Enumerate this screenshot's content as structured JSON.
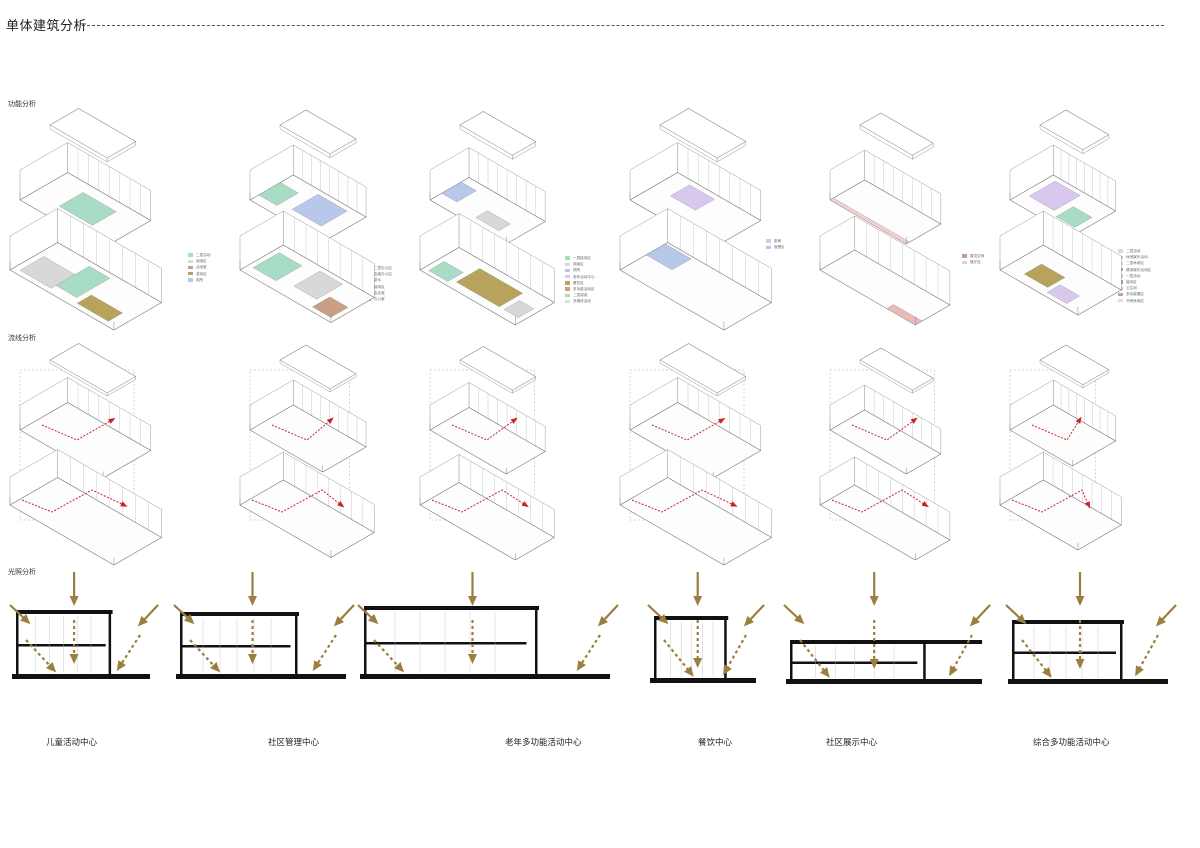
{
  "title": "单体建筑分析",
  "sections": {
    "function": "功能分析",
    "flow": "流线分析",
    "light": "光照分析"
  },
  "buildings": [
    {
      "name": "儿童活动中心"
    },
    {
      "name": "社区管理中心"
    },
    {
      "name": "老年多功能活动中心"
    },
    {
      "name": "餐饮中心"
    },
    {
      "name": "社区展示中心"
    },
    {
      "name": "综合多功能活动中心"
    }
  ],
  "legends": [
    {
      "items": [
        {
          "label": "二层活动",
          "color": "#a9dcc4"
        },
        {
          "label": "阅读区",
          "color": "#d8d8d8"
        },
        {
          "label": "活动室",
          "color": "#c9a083"
        },
        {
          "label": "游戏区",
          "color": "#b8a35d"
        },
        {
          "label": "厕所",
          "color": "#b9c7ea"
        }
      ]
    },
    {
      "items": [
        {
          "label": "二层办公区",
          "color": "#b9c7ea"
        },
        {
          "label": "会客办公区",
          "color": "#a9dcc4"
        },
        {
          "label": "茶水",
          "color": "#d8d8d8"
        },
        {
          "label": "接待区",
          "color": "#b9c7ea"
        },
        {
          "label": "会议室",
          "color": "#c9a083"
        },
        {
          "label": "办公室",
          "color": "#b8a35d"
        }
      ]
    },
    {
      "items": [
        {
          "label": "一层接待区",
          "color": "#a9dcc4"
        },
        {
          "label": "阅读区",
          "color": "#d8d8d8"
        },
        {
          "label": "厕所",
          "color": "#b9c7ea"
        },
        {
          "label": "老年活动中心",
          "color": "#d9c8ee"
        },
        {
          "label": "餐饮区",
          "color": "#b8a35d"
        },
        {
          "label": "多功能活动区",
          "color": "#c9a083"
        },
        {
          "label": "二层阅读",
          "color": "#a9dcc4"
        },
        {
          "label": "多媒体活动",
          "color": "#cfe8dc"
        }
      ]
    },
    {
      "items": [
        {
          "label": "厨房",
          "color": "#d9c8ee"
        },
        {
          "label": "就餐区",
          "color": "#b9c7ea"
        }
      ]
    },
    {
      "items": [
        {
          "label": "展览空间",
          "color": "#c9a083"
        },
        {
          "label": "展厅区",
          "color": "#d8d8d8"
        }
      ]
    },
    {
      "items": [
        {
          "label": "二层活动",
          "color": "#d8d8d8"
        },
        {
          "label": "休闲娱乐活动",
          "color": "#a9dcc4"
        },
        {
          "label": "二层休闲区",
          "color": "#c9e8d8"
        },
        {
          "label": "健身娱乐活动区",
          "color": "#b8a35d"
        },
        {
          "label": "一层活动",
          "color": "#d9c8ee"
        },
        {
          "label": "接待区",
          "color": "#b8a35d"
        },
        {
          "label": "卫生间",
          "color": "#b9c7ea"
        },
        {
          "label": "多功能展区",
          "color": "#c9a083"
        },
        {
          "label": "书吧休闲区",
          "color": "#e6ddcf"
        }
      ]
    }
  ],
  "colors": {
    "accent": "#9b7f3e",
    "flow": "#c8242a",
    "line": "#555555"
  }
}
